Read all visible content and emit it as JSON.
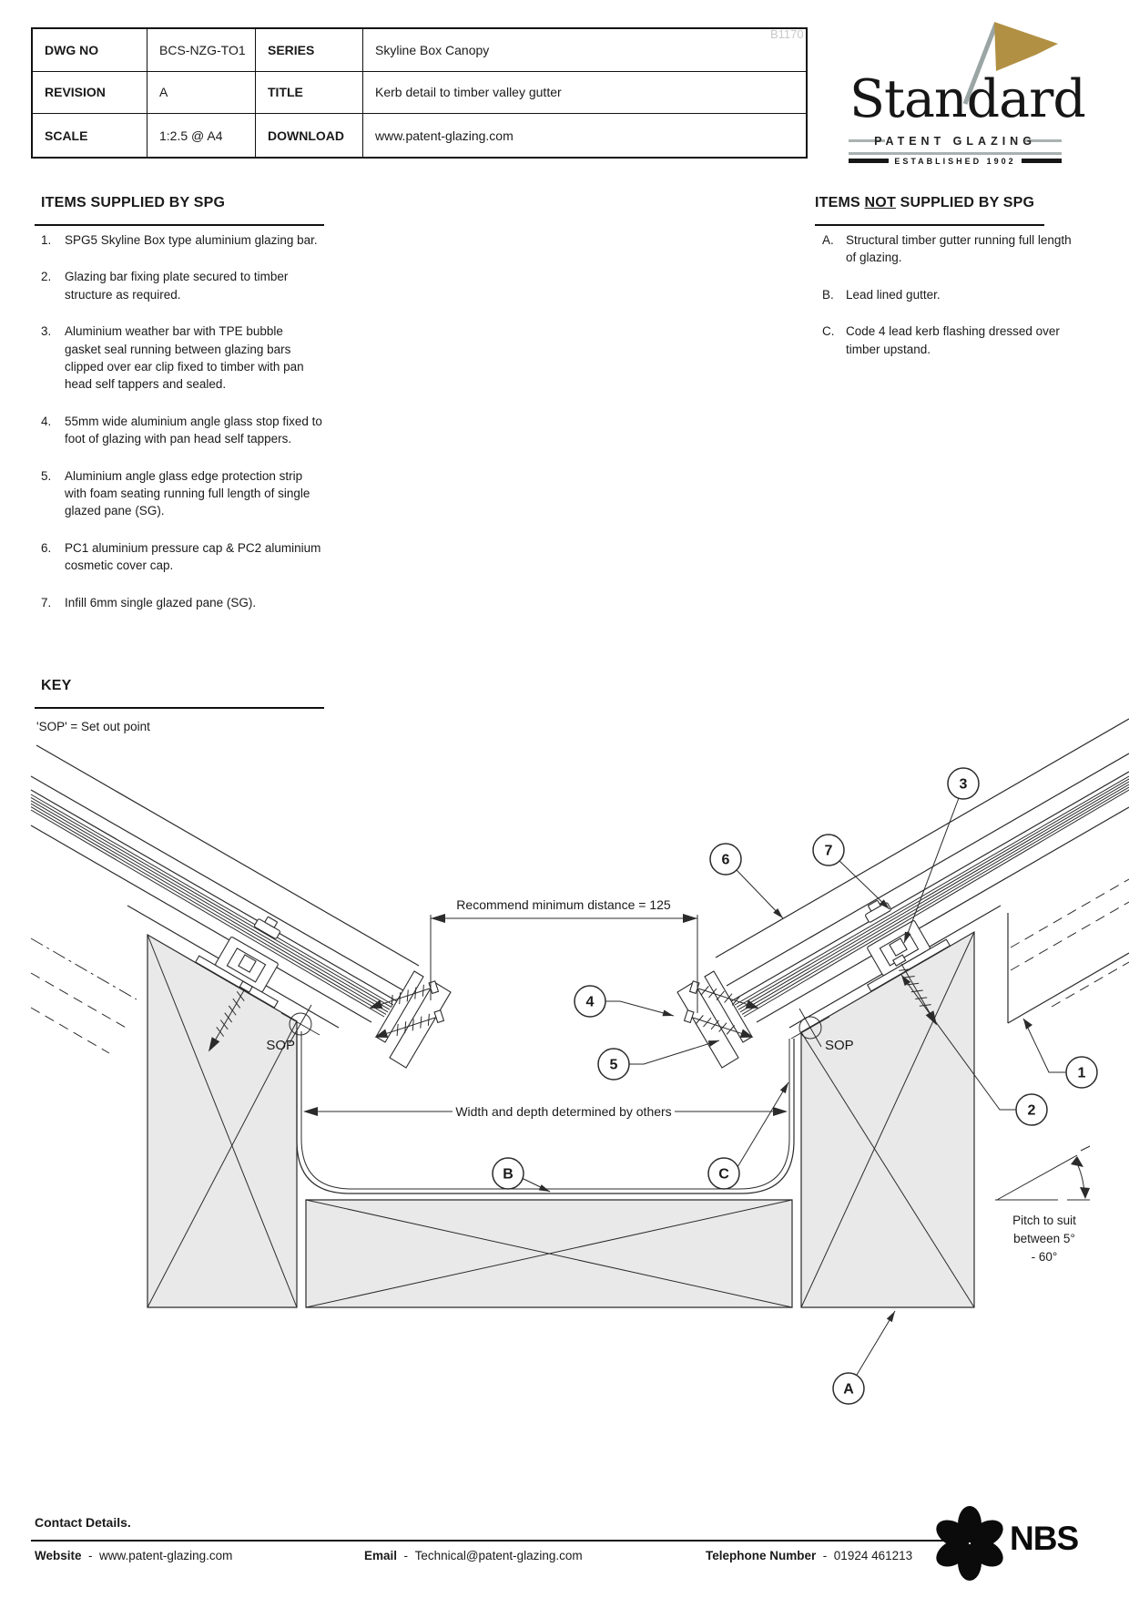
{
  "table": {
    "rows": [
      {
        "label": "DWG NO",
        "value": "BCS-NZG-TO1",
        "label2": "SERIES",
        "value2": "Skyline Box Canopy"
      },
      {
        "label": "REVISION",
        "value": "A",
        "label2": "TITLE",
        "value2": "Kerb detail to timber valley gutter"
      },
      {
        "label": "SCALE",
        "value": "1:2.5 @ A4",
        "label2": "DOWNLOAD",
        "value2": "www.patent-glazing.com"
      }
    ]
  },
  "watermark": "B1170",
  "logo": {
    "name": "Standard",
    "subtitle": "PATENT GLAZING",
    "established": "ESTABLISHED 1902"
  },
  "lists": {
    "supplied": {
      "heading": "ITEMS SUPPLIED BY SPG",
      "items": [
        {
          "no": "1.",
          "text": "SPG5 Skyline Box type aluminium glazing bar."
        },
        {
          "no": "2.",
          "text": "Glazing bar fixing plate secured to timber structure as required."
        },
        {
          "no": "3.",
          "text": "Aluminium weather bar with TPE bubble gasket seal running between glazing bars clipped over ear clip fixed to timber with pan head self tappers and sealed."
        },
        {
          "no": "4.",
          "text": "55mm wide aluminium angle glass stop fixed to foot of glazing with pan head self tappers."
        },
        {
          "no": "5.",
          "text": "Aluminium angle glass edge protection strip with foam seating running full length of single glazed pane (SG)."
        },
        {
          "no": "6.",
          "text": "PC1 aluminium pressure cap & PC2 aluminium cosmetic cover cap."
        },
        {
          "no": "7.",
          "text": "Infill 6mm single glazed pane (SG)."
        }
      ]
    },
    "not_supplied": {
      "heading_pre": "ITEMS ",
      "heading_not": "NOT",
      "heading_post": " SUPPLIED BY SPG",
      "items": [
        {
          "no": "A.",
          "text": "Structural timber gutter running full length of glazing."
        },
        {
          "no": "B.",
          "text": "Lead lined gutter."
        },
        {
          "no": "C.",
          "text": "Code 4 lead kerb flashing dressed over timber upstand."
        }
      ]
    }
  },
  "key": {
    "heading": "KEY",
    "entry": "'SOP' = Set out point"
  },
  "drawing": {
    "dim_min_distance": "Recommend minimum distance = 125",
    "width_depth": "Width and depth determined by others",
    "sop_left": "SOP",
    "sop_right": "SOP",
    "pitch_line1": "Pitch to suit",
    "pitch_line2": "between 5°",
    "pitch_line3": "- 60°",
    "callouts": [
      {
        "label": "1"
      },
      {
        "label": "2"
      },
      {
        "label": "3"
      },
      {
        "label": "4"
      },
      {
        "label": "5"
      },
      {
        "label": "6"
      },
      {
        "label": "7"
      },
      {
        "label": "A"
      },
      {
        "label": "B"
      },
      {
        "label": "C"
      }
    ]
  },
  "footer": {
    "heading": "Contact Details.",
    "website_label": "Website",
    "sep": "-",
    "website": "www.patent-glazing.com",
    "email_label": "Email",
    "email": "Technical@patent-glazing.com",
    "phone_label": "Telephone Number",
    "phone": "01924 461213",
    "nbs": "NBS"
  },
  "colors": {
    "accent_gold": "#b19043",
    "line": "#2b2b2b",
    "timber_fill": "#e9e9e9",
    "watermark_gray": "#c9c9c9"
  }
}
